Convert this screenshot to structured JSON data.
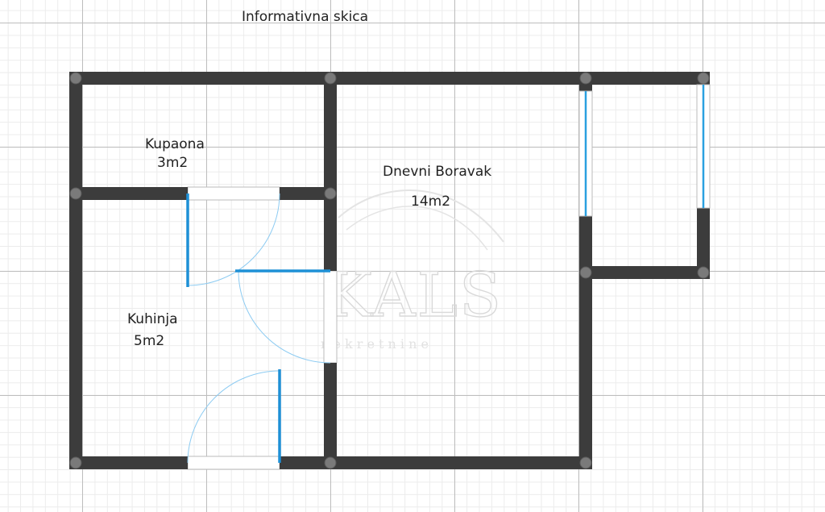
{
  "title": "Informativna skica",
  "rooms": [
    {
      "name": "Kupaona",
      "area": "3m2"
    },
    {
      "name": "Dnevni Boravak",
      "area": "14m2"
    },
    {
      "name": "Kuhinja",
      "area": "5m2"
    }
  ],
  "watermark": {
    "brand": "KALS",
    "tagline": "n e k r e t n i n e"
  },
  "colors": {
    "wall": "#3c3c3c",
    "door_leaf": "#1e90d6",
    "door_swing": "#8ccbf2",
    "window": "#2aa0e0",
    "grid": "#bdbdbd"
  }
}
